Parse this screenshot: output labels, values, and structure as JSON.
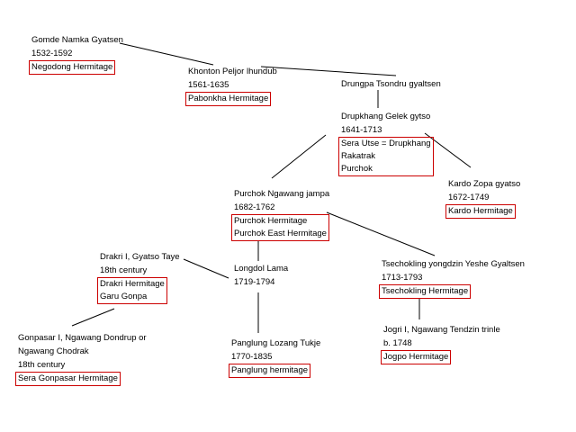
{
  "nodes": {
    "gomde": {
      "name": "Gomde Namka Gyatsen",
      "dates": "1532-1592",
      "sites": [
        "Negodong Hermitage"
      ]
    },
    "khonton": {
      "name": "Khonton Peljor lhundub",
      "dates": "1561-1635",
      "sites": [
        "Pabonkha Hermitage"
      ]
    },
    "drungpa": {
      "name": "Drungpa Tsondru gyaltsen"
    },
    "drupkhang": {
      "name": "Drupkhang Gelek gytso",
      "dates": "1641-1713",
      "sites": [
        "Sera Utse = Drupkhang",
        "Rakatrak",
        "Purchok"
      ]
    },
    "kardo": {
      "name": "Kardo Zopa gyatso",
      "dates": "1672-1749",
      "sites": [
        "Kardo Hermitage"
      ]
    },
    "purchok": {
      "name": "Purchok Ngawang jampa",
      "dates": "1682-1762",
      "sites": [
        "Purchok Hermitage",
        "Purchok East Hermitage"
      ]
    },
    "drakri": {
      "name": "Drakri I, Gyatso Taye",
      "dates": "18th century",
      "sites": [
        "Drakri Hermitage",
        "Garu Gonpa"
      ]
    },
    "longdol": {
      "name": "Longdol Lama",
      "dates": "1719-1794"
    },
    "tsechokling": {
      "name": "Tsechokling yongdzin Yeshe Gyaltsen",
      "dates": "1713-1793",
      "sites": [
        "Tsechokling Hermitage"
      ]
    },
    "gonpasar": {
      "name": "Gonpasar I, Ngawang Dondrup or",
      "name2": "Ngawang Chodrak",
      "dates": "18th century",
      "sites": [
        "Sera Gonpasar Hermitage"
      ]
    },
    "panglung": {
      "name": "Panglung Lozang Tukje",
      "dates": "1770-1835",
      "sites": [
        "Panglung hermitage"
      ]
    },
    "jogri": {
      "name": "Jogri I, Ngawang Tendzin trinle",
      "dates": "b. 1748",
      "sites": [
        "Jogpo Hermitage"
      ]
    }
  }
}
